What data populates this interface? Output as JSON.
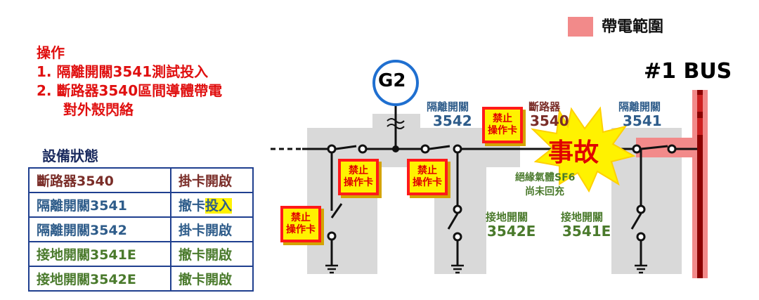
{
  "legend": {
    "label": "帶電範圍",
    "color": "#f28a8a"
  },
  "operations": {
    "title": "操作",
    "items": [
      "1.  隔離開關3541測試投入",
      "2.  斷路器3540區間導體帶電",
      "對外殼閃絡"
    ]
  },
  "status": {
    "title": "設備狀態",
    "rows": [
      {
        "device": "斷路器3540",
        "state": "掛卡開啟",
        "state_highlight": ""
      },
      {
        "device": "隔離開關3541",
        "state": "撤卡",
        "state_highlight": "投入"
      },
      {
        "device": "隔離開關3542",
        "state": "掛卡開啟",
        "state_highlight": ""
      },
      {
        "device": "接地開關3541E",
        "state": "撤卡開啟",
        "state_highlight": ""
      },
      {
        "device": "接地開關3542E",
        "state": "撤卡開啟",
        "state_highlight": ""
      }
    ]
  },
  "diagram": {
    "generator": "G2",
    "bus": "#1 BUS",
    "fault": "事故",
    "disc3542": {
      "name": "隔離開關",
      "code": "3542"
    },
    "cb3540": {
      "name": "斷路器",
      "code": "3540"
    },
    "disc3541": {
      "name": "隔離開關",
      "code": "3541"
    },
    "gas_line1": "絕緣氣體SF6",
    "gas_line2": "尚未回充",
    "gs3542e": {
      "name": "接地開關",
      "code": "3542E"
    },
    "gs3541e": {
      "name": "接地開關",
      "code": "3541E"
    },
    "tag": {
      "line1": "禁止",
      "line2": "操作卡"
    }
  },
  "colors": {
    "live": "#f28a8a",
    "tag_border": "#ff1a1a",
    "tag_fill": "#fff200",
    "fault": "#fff200"
  }
}
